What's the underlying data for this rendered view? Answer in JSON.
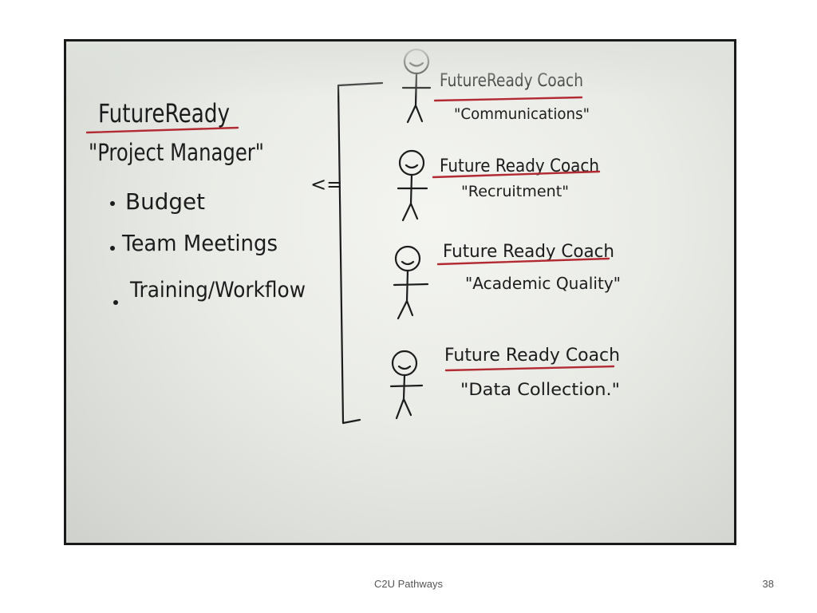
{
  "board": {
    "title": "FutureReady",
    "subtitle": "\"Project Manager\"",
    "bullets": [
      "Budget",
      "Team Meetings",
      "Training/Workflow"
    ],
    "arrow": "<=",
    "coaches": [
      {
        "title": "FutureReady Coach",
        "role": "\"Communications\""
      },
      {
        "title": "Future Ready Coach",
        "role": "\"Recruitment\""
      },
      {
        "title": "Future Ready Coach",
        "role": "\"Academic Quality\""
      },
      {
        "title": "Future Ready Coach",
        "role": "\"Data Collection.\""
      }
    ]
  },
  "footer": {
    "center": "C2U Pathways",
    "page_number": "38"
  }
}
